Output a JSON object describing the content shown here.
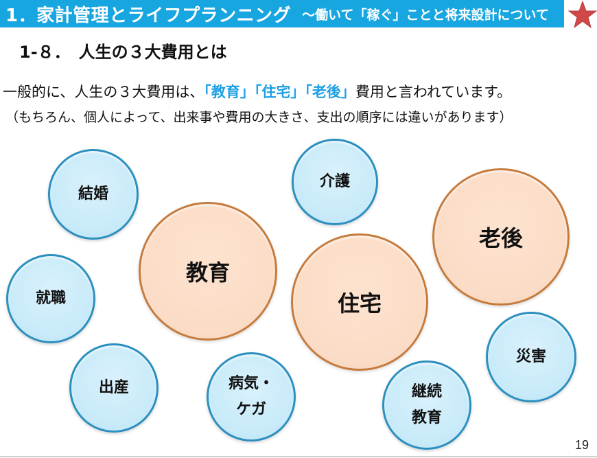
{
  "header": {
    "title": "1．家計管理とライフプランニング",
    "subtitle": "～働いて「稼ぐ」ことと将来設計について",
    "bar_color": "#18a6e0",
    "star_icon": "red-star-icon",
    "star_color": "#d04848"
  },
  "section": {
    "title": "1-８．　人生の３大費用とは"
  },
  "intro": {
    "before": "一般的に、人生の３大費用は、",
    "highlight": "「教育」「住宅」「老後」",
    "after": "費用と言われています。",
    "highlight_color": "#1ea0e6"
  },
  "note": "（もちろん、個人によって、出来事や費用の大きさ、支出の順序には違いがあります）",
  "bubbles": {
    "major": [
      {
        "label": "教育"
      },
      {
        "label": "住宅"
      },
      {
        "label": "老後"
      }
    ],
    "minor": [
      {
        "label": "結婚"
      },
      {
        "label": "介護"
      },
      {
        "label": "就職"
      },
      {
        "label": "災害"
      },
      {
        "label": "出産"
      },
      {
        "label": "病気・",
        "label2": "ケガ"
      },
      {
        "label": "継続",
        "label2": "教育"
      }
    ]
  },
  "footer": {
    "page_number": "19"
  }
}
